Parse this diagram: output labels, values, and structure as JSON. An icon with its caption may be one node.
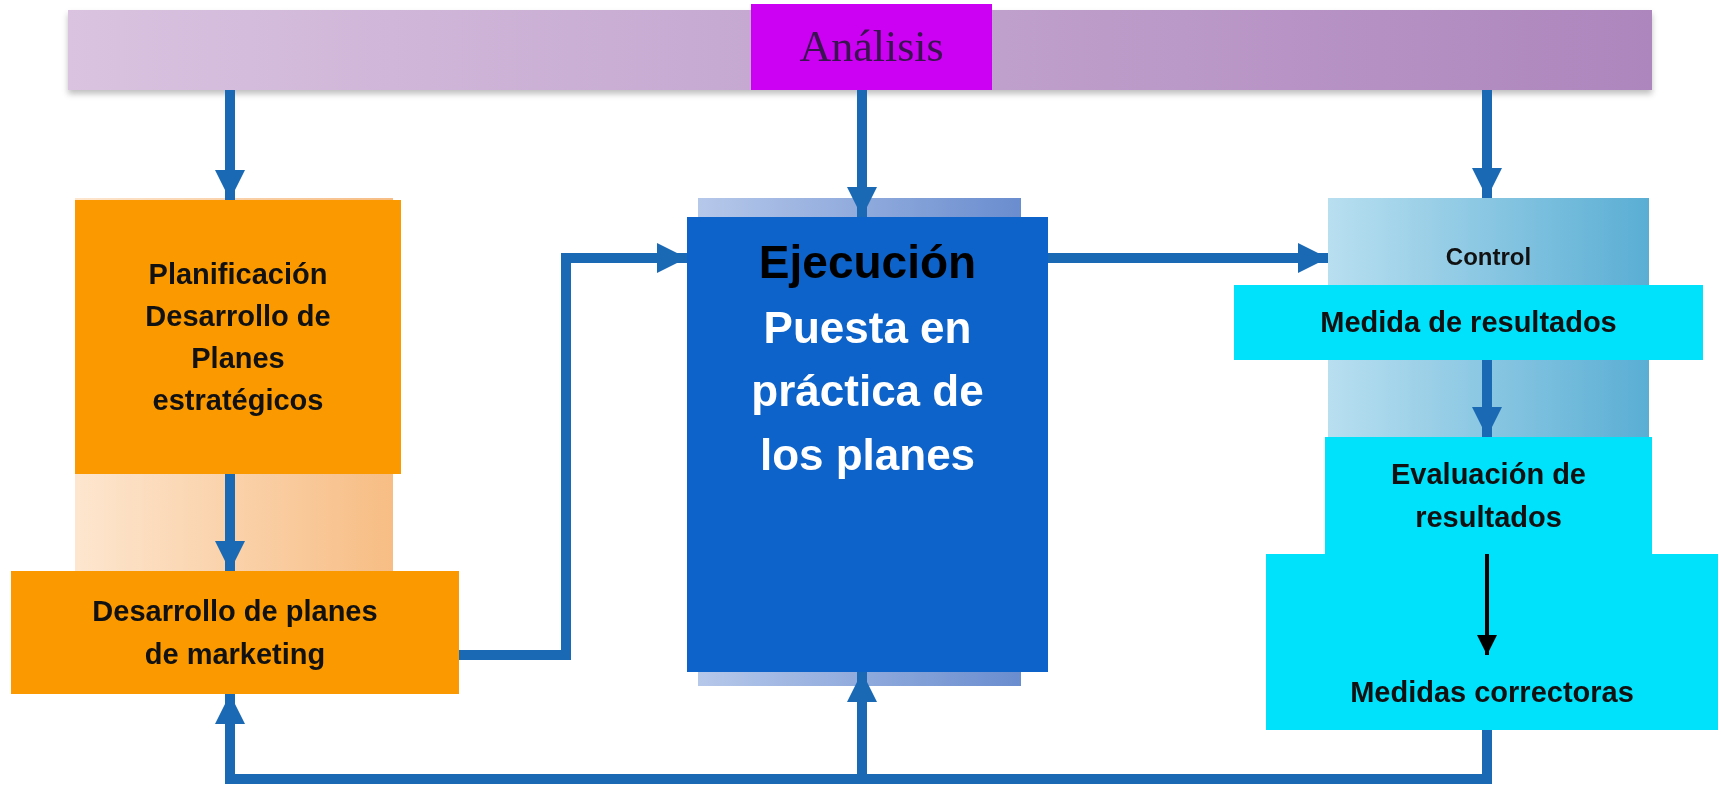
{
  "diagram": {
    "nodes": [
      {
        "text": [
          "Análisis"
        ]
      },
      {
        "text": [
          "Planificación",
          "Desarrollo de Planes estratégicos"
        ]
      },
      {
        "text": [
          "Desarrollo de planes de marketing"
        ]
      },
      {
        "text": [
          "Ejecución",
          "Puesta en práctica de los planes"
        ]
      },
      {
        "text": [
          "Control"
        ]
      },
      {
        "text": [
          "Medida de resultados"
        ]
      },
      {
        "text": [
          "Evaluación de resultados"
        ]
      },
      {
        "text": [
          "Medidas correctoras"
        ]
      }
    ],
    "edges": [
      {
        "from": 0,
        "to": 1,
        "arrow": "to"
      },
      {
        "from": 0,
        "to": 3,
        "arrow": "to"
      },
      {
        "from": 0,
        "to": 4,
        "arrow": "to"
      },
      {
        "from": 1,
        "to": 2,
        "arrow": "to"
      },
      {
        "from": 2,
        "to": 3,
        "arrow": "to"
      },
      {
        "from": 3,
        "to": 4,
        "arrow": "to"
      },
      {
        "from": 5,
        "to": 6,
        "arrow": "to"
      },
      {
        "from": 6,
        "to": 7,
        "arrow": "to",
        "color": "#000000"
      },
      {
        "from": 7,
        "to": 2,
        "arrow": "to"
      },
      {
        "from": 7,
        "to": 3,
        "arrow": "to"
      }
    ]
  }
}
